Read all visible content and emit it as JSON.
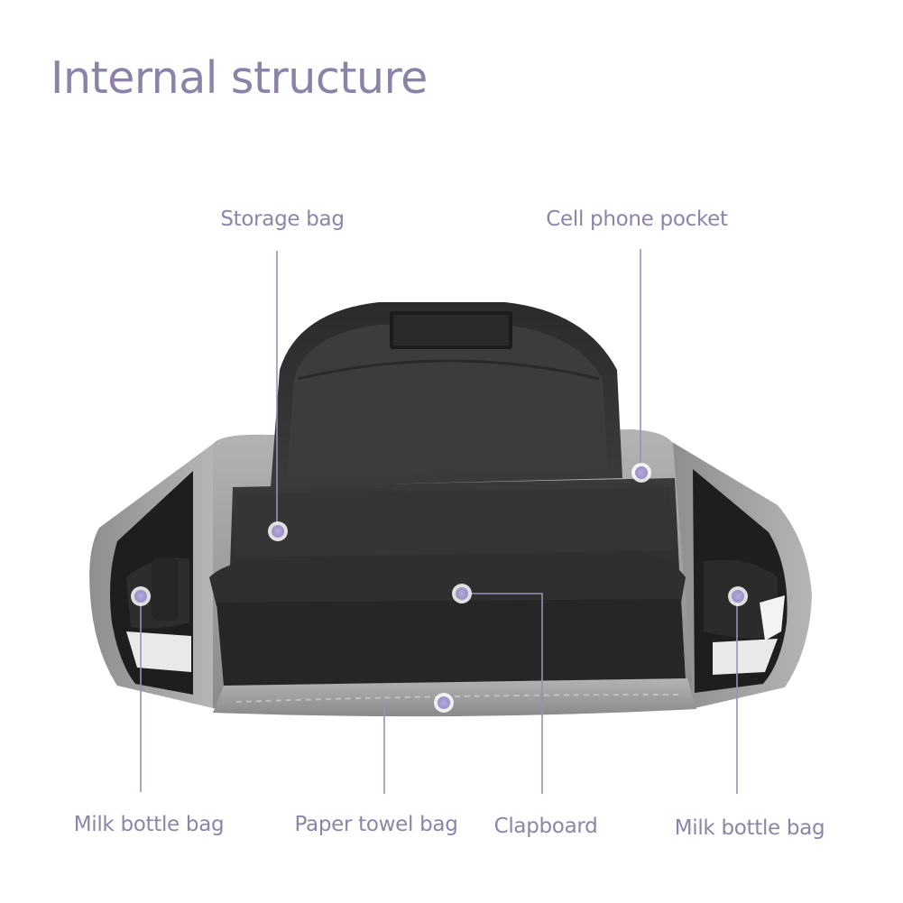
{
  "title": "Internal structure",
  "labels": {
    "storage_bag": "Storage bag",
    "cell_phone_pocket": "Cell phone pocket",
    "milk_bottle_bag_left": "Milk bottle bag",
    "paper_towel_bag": "Paper towel bag",
    "clapboard": "Clapboard",
    "milk_bottle_bag_right": "Milk bottle bag"
  },
  "colors": {
    "accent_text": "#8d84a7",
    "callout_dot": "#a99ccc",
    "callout_line": "#9a90b8",
    "fabric_gray": "#9a9a9a",
    "lining_dark": "#2c2c2c"
  },
  "icons": [
    "callout-dot-icon"
  ]
}
